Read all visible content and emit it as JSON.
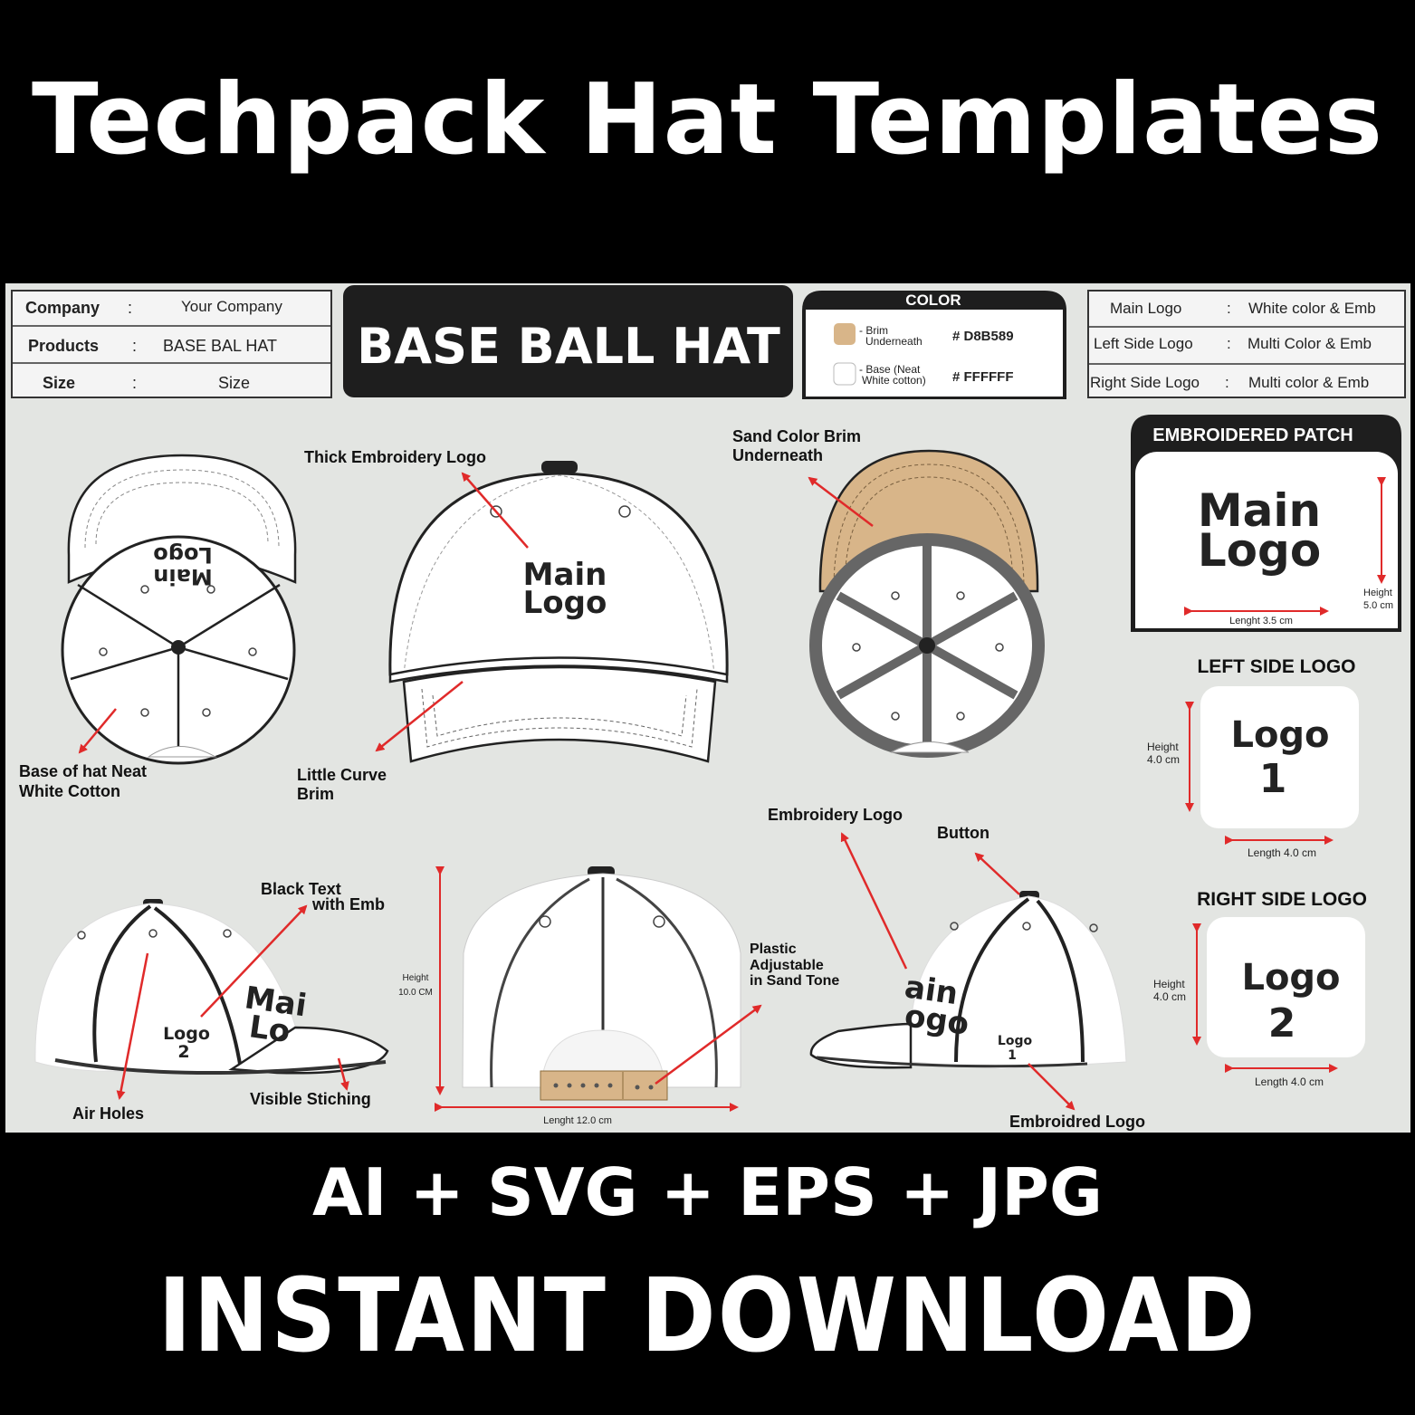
{
  "title": "Techpack Hat Templates",
  "info_table": [
    {
      "label": "Company",
      "sep": ":",
      "value": "Your Company"
    },
    {
      "label": "Products",
      "sep": ":",
      "value": "BASE BAL HAT"
    },
    {
      "label": "Size",
      "sep": ":",
      "value": "Size"
    }
  ],
  "header_title": "BASE BALL HAT",
  "color_box": {
    "heading": "COLOR",
    "swatches": [
      {
        "label_line1": "- Brim",
        "label_line2": "Underneath",
        "code": "# D8B589",
        "color": "#D8B589"
      },
      {
        "label_line1": "- Base (Neat",
        "label_line2": "White cotton)",
        "code": "# FFFFFF",
        "color": "#FFFFFF"
      }
    ]
  },
  "logo_table": [
    {
      "label": "Main Logo",
      "sep": ":",
      "value": "White color & Emb"
    },
    {
      "label": "Left Side Logo",
      "sep": ":",
      "value": "Multi Color & Emb"
    },
    {
      "label": "Right Side Logo",
      "sep": ":",
      "value": "Multi color & Emb"
    }
  ],
  "patch": {
    "heading": "EMBROIDERED PATCH",
    "logo_line1": "Main",
    "logo_line2": "Logo",
    "height_label": "Height",
    "height_value": "5.0 cm",
    "length_label": "Lenght 3.5 cm"
  },
  "left_side_logo": {
    "heading": "LEFT SIDE LOGO",
    "logo_line1": "Logo",
    "logo_line2": "1",
    "height_label": "Height",
    "height_value": "4.0 cm",
    "length_label": "Length 4.0 cm"
  },
  "right_side_logo": {
    "heading": "RIGHT SIDE LOGO",
    "logo_line1": "Logo",
    "logo_line2": "2",
    "height_label": "Height",
    "height_value": "4.0 cm",
    "length_label": "Length 4.0 cm"
  },
  "callouts": {
    "base_line1": "Base of hat Neat",
    "base_line2": "White Cotton",
    "thick_emb": "Thick Embroidery Logo",
    "curve_line1": "Little Curve",
    "curve_line2": "Brim",
    "sand_line1": "Sand Color Brim",
    "sand_line2": "Underneath",
    "black_text_line1": "Black Text",
    "black_text_line2": "with Emb",
    "air_holes": "Air Holes",
    "visible_stitching": "Visible Stiching",
    "plastic_line1": "Plastic",
    "plastic_line2": "Adjustable",
    "plastic_line3": "in Sand Tone",
    "embroidery_logo": "Embroidery Logo",
    "button": "Button",
    "embroidred_logo": "Embroidred Logo"
  },
  "drawing_text": {
    "main": "Main",
    "logo": "Logo",
    "logo2_word": "Logo",
    "logo2_num": "2",
    "logo1_word": "Logo",
    "logo1_num": "1",
    "side_main": "Mai",
    "side_logo": "Lo",
    "right_main": "ain",
    "right_logo": "ogo"
  },
  "back_dims": {
    "height_label": "Height",
    "height_value": "10.0 CM",
    "length_label": "Lenght 12.0 cm"
  },
  "formats": "AI + SVG + EPS + JPG",
  "download": "INSTANT DOWNLOAD",
  "colors": {
    "accent_arrow": "#e02a2a",
    "sand": "#D8B589",
    "sheet": "#e3e5e2"
  }
}
